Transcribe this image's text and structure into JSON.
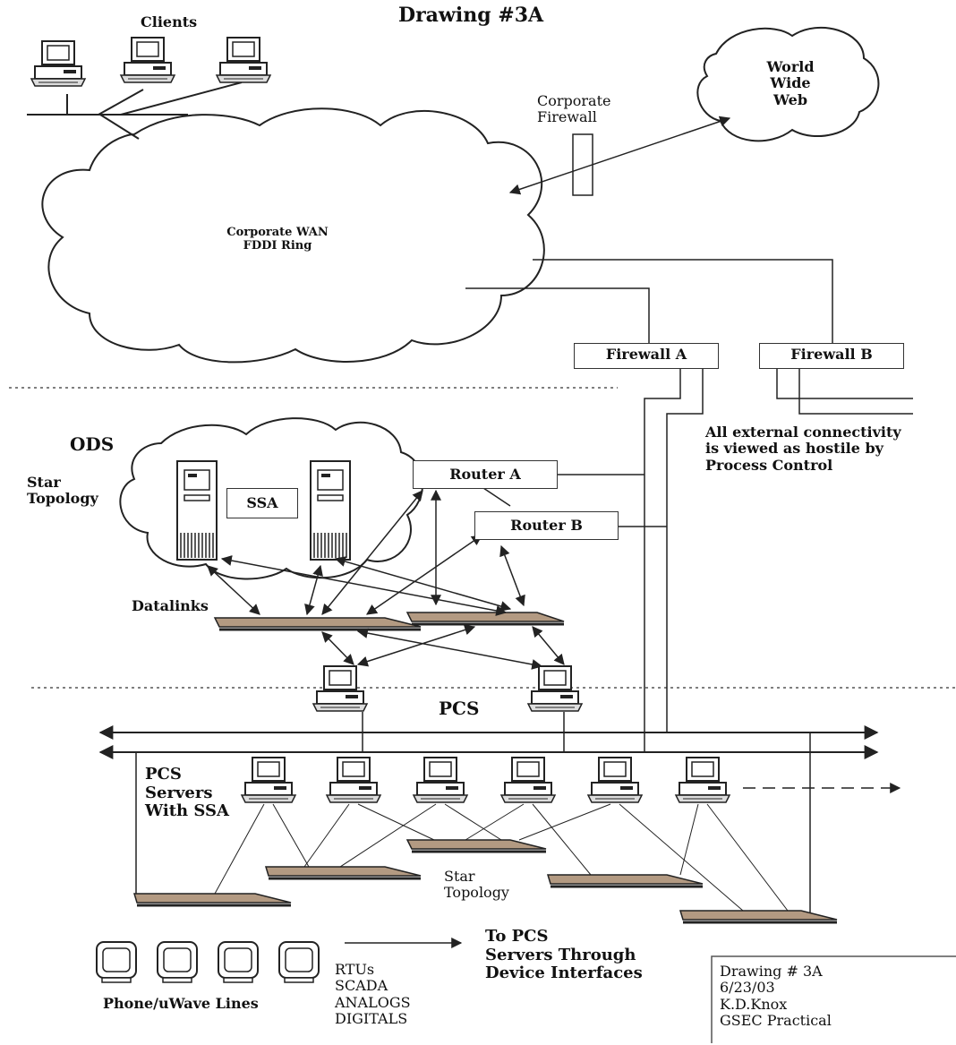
{
  "title": "Drawing #3A",
  "clients_label": "Clients",
  "www_label": [
    "World",
    "Wide",
    "Web"
  ],
  "corporate_firewall_label": [
    "Corporate",
    "Firewall"
  ],
  "wan_label": [
    "Corporate WAN",
    "FDDI Ring"
  ],
  "firewall_a": "Firewall A",
  "firewall_b": "Firewall B",
  "external_note": [
    "All external connectivity",
    "is viewed as hostile by",
    "Process Control"
  ],
  "ods_label": "ODS",
  "star_topology_top": [
    "Star",
    "Topology"
  ],
  "ssa_label": "SSA",
  "router_a": "Router A",
  "router_b": "Router B",
  "datalinks_label": "Datalinks",
  "pcs_label": "PCS",
  "pcs_servers_label": [
    "PCS",
    "Servers",
    "With SSA"
  ],
  "star_topology_bottom": [
    "Star",
    "Topology"
  ],
  "phone_label": "Phone/uWave Lines",
  "rtu_list": [
    "RTUs",
    "SCADA",
    "ANALOGS",
    "DIGITALS"
  ],
  "to_pcs_label": [
    "To PCS",
    "Servers Through",
    "Device Interfaces"
  ],
  "info_box": [
    "Drawing # 3A",
    "6/23/03",
    "K.D.Knox",
    "GSEC Practical"
  ],
  "colors": {
    "line": "#222222",
    "datalink_fill": "#b39a82",
    "datalink_dark": "#2a2a2a"
  }
}
